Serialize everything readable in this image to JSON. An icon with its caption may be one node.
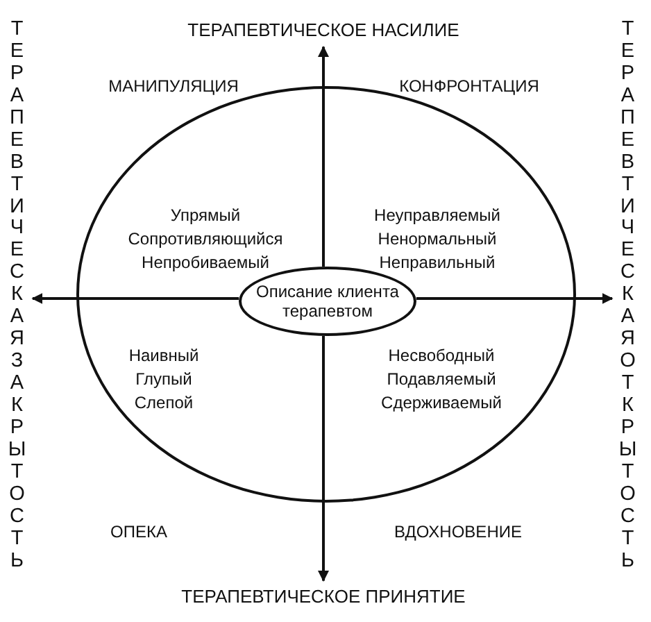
{
  "diagram": {
    "nodes": [
      {
        "text": [],
        "shape": "ellipse"
      },
      {
        "text": [
          "Описание клиента терапевтом"
        ],
        "in": 0
      },
      {
        "text": [
          "ТЕРАПЕВТИЧЕСКОЕ НАСИЛИЕ"
        ]
      },
      {
        "text": [
          "ТЕРАПЕВТИЧЕСКАЯ ЗАКРЫТОСТЬ"
        ]
      },
      {
        "text": [
          "ТЕРАПЕВТИЧЕСКАЯ ОТКРЫТОСТЬ"
        ]
      },
      {
        "text": [
          "ТЕРАПЕВТИЧЕСКОЕ ПРИНЯТИЕ"
        ]
      }
    ],
    "edges": [
      {
        "from": 1,
        "to": 2,
        "arrow": "to"
      },
      {
        "from": 1,
        "to": 3,
        "arrow": "to"
      },
      {
        "from": 1,
        "to": 4,
        "arrow": "to"
      },
      {
        "from": 1,
        "to": 5,
        "arrow": "to"
      }
    ],
    "labels": [
      "МАНИПУЛЯЦИЯ",
      "КОНФРОНТАЦИЯ",
      "Упрямый",
      "Сопротивляющийся",
      "Непробиваемый",
      "Неуправляемый",
      "Ненормальный",
      "Неправильный",
      "Наивный",
      "Глупый",
      "Слепой",
      "Несвободный",
      "Подавляемый",
      "Сдерживаемый",
      "ОПЕКА",
      "ВДОХНОВЕНИЕ"
    ]
  }
}
